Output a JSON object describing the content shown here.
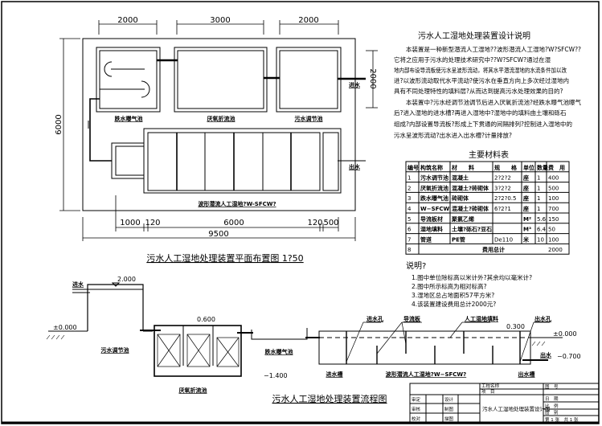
{
  "plan": {
    "top_dims": [
      "2000",
      "3000",
      "2000"
    ],
    "left_dim": "6000",
    "right_dim": "2000",
    "bottom_dims": [
      "1000",
      "120",
      "6000",
      "120",
      "500"
    ],
    "total_dim": "9500",
    "tank_labels": [
      "跌水曝气池",
      "厌氧折流池",
      "污水调节池"
    ],
    "wetland_label": "波形潜流人工湿地?W-SFCW?",
    "inlet": "进水",
    "outlet": "出水",
    "title": "污水人工湿地处理装置平面布置图 1?50"
  },
  "description": {
    "title": "污水人工湿地处理装置设计说明",
    "lines": [
      "　　本装置是一种新型潜流人工湿地??波形潜流人工湿地?W?SFCW??",
      "它将之应用于污水的处理技术研究中??W?SFCW?通过在湿",
      "地内部布设导流板使污水呈波形流动，将其水平潜流湿地的水流条件加以改",
      "进?以波形流动取代水平流动?使污水在垂直方向上多次经过湿地内",
      "具有不同处理特性的填料层?从而达到提高污水处理效果的目的?",
      "　　本装置中?污水经调节池调节后进入厌氧折流池?经跌水曝气池曝气",
      "后?进入湿地的进水槽?再进入湿地中?湿地中的填料由土壤和砾石",
      "组成?内部设置导流板?形成上下贯通的间隔排列?控制进入湿地中的",
      "污水呈波形流动?出水进入出水槽?计量排放?"
    ]
  },
  "materials": {
    "title": "主要材料表",
    "headers": [
      "编号",
      "构筑名称",
      "材　　料",
      "规　　格",
      "单位",
      "数量",
      "费　用"
    ],
    "rows": [
      [
        "1",
        "污水调节池",
        "混凝土",
        "2?2?2",
        "座",
        "1",
        "400"
      ],
      [
        "2",
        "厌氧折流池",
        "混凝土?砖砌体",
        "3?2?2",
        "座",
        "1",
        "500"
      ],
      [
        "3",
        "跌水曝气池",
        "砖砌体",
        "2?2?0.5",
        "座",
        "1",
        "100"
      ],
      [
        "4",
        "W−SFCW",
        "混凝土?砖砌体",
        "6?2?1",
        "座",
        "1",
        "700"
      ],
      [
        "5",
        "导流板材",
        "聚氯乙烯",
        "",
        "M²",
        "5.6",
        "150"
      ],
      [
        "6",
        "湿地填料",
        "土壤?砾石?豆石",
        "",
        "M³",
        "6.4",
        "50"
      ],
      [
        "7",
        "管道",
        "PE管",
        "De110",
        "米",
        "10",
        "100"
      ],
      [
        "8",
        "费用总计",
        "",
        "",
        "",
        "",
        "2000"
      ]
    ]
  },
  "notes": {
    "title": "说明?",
    "items": [
      "1.图中单位除标高以米计外?其余均以毫米计?",
      "2.图中所示标高为相对标高?",
      "3.湿地区总占地面积57平方米?",
      "4.该装置建设费用总计2000元?"
    ]
  },
  "flow": {
    "elev_tank": "2.000",
    "elev_ground_left": "±0.000",
    "elev_anaerobic": "0.600",
    "elev_bottom": "−1.400",
    "elev_wetland": "0.300",
    "elev_ground_right": "±0.000",
    "elev_outlet": "−0.700",
    "inlet": "进水",
    "outlet": "出水",
    "labels": {
      "regulating": "污水调节池",
      "anaerobic": "厌氧折流池",
      "aeration": "跌水曝气池",
      "inlet_tank": "进水槽",
      "wetland": "波形潜流人工湿地?W−SFCW?",
      "outlet_tank": "出水槽",
      "inlet_hole": "进水孔",
      "baffle": "导流板",
      "filler": "人工湿地填料",
      "outlet_hole": "出水孔"
    },
    "title": "污水人工湿地处理装置流程图"
  },
  "titleblock": {
    "project_name": "工程名称",
    "item": "项　目",
    "drawing_title": "污水人工湿地处理装置设计图",
    "fields": [
      "审定",
      "审核",
      "校对",
      "设计",
      "制图",
      "描图"
    ],
    "right": [
      "图　号",
      "日　期",
      "比　例",
      "图　别",
      "第 1 张　共 1 张"
    ]
  }
}
